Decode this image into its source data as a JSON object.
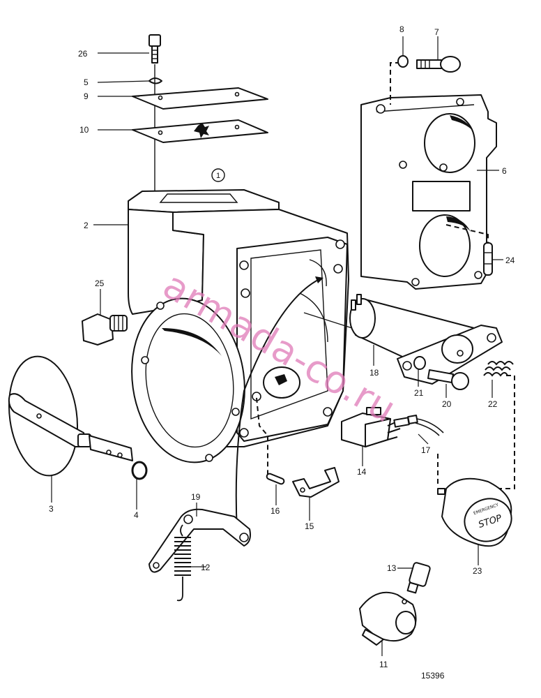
{
  "labels": {
    "p26": "26",
    "p5": "5",
    "p9": "9",
    "p10": "10",
    "p8": "8",
    "p7": "7",
    "p6": "6",
    "p2": "2",
    "p25": "25",
    "p24": "24",
    "p18": "18",
    "p21": "21",
    "p20": "20",
    "p22": "22",
    "p3": "3",
    "p4": "4",
    "p17": "17",
    "p14": "14",
    "p19": "19",
    "p12": "12",
    "p16": "16",
    "p15": "15",
    "p23": "23",
    "p13": "13",
    "p11": "11"
  },
  "circled_ref": "1",
  "drawing_number": "15396",
  "stop_text": "STOP",
  "stop_rim_text": "EMERGENCY",
  "watermark": "armada-co.ru"
}
